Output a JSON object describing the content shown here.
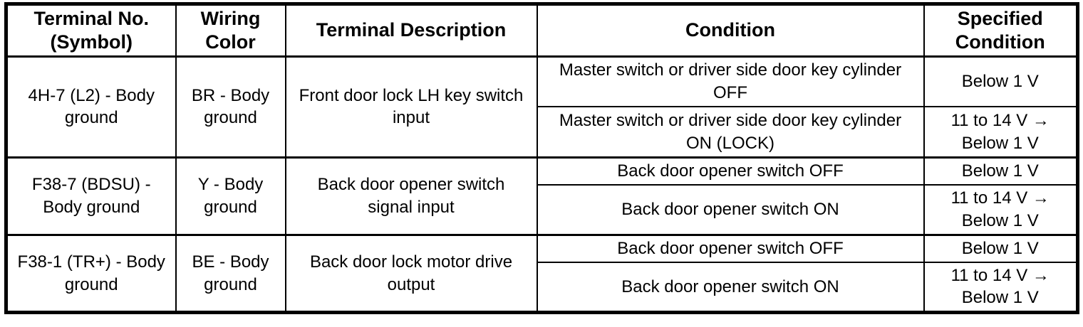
{
  "table": {
    "colors": {
      "border": "#000000",
      "text": "#000000",
      "background": "#ffffff"
    },
    "headers": {
      "terminal_no": "Terminal No.\n(Symbol)",
      "wiring_color": "Wiring\nColor",
      "terminal_description": "Terminal Description",
      "condition": "Condition",
      "specified_condition": "Specified\nCondition"
    },
    "rows": [
      {
        "terminal": "4H-7 (L2) - Body\nground",
        "wiring": "BR - Body\nground",
        "description": "Front door lock LH key switch\ninput",
        "conditions": [
          {
            "condition": "Master switch or driver side door key cylinder\nOFF",
            "specified": "Below 1 V"
          },
          {
            "condition": "Master switch or driver side door key cylinder\nON (LOCK)",
            "specified": "11 to 14 V →\nBelow 1 V"
          }
        ]
      },
      {
        "terminal": "F38-7 (BDSU) -\nBody ground",
        "wiring": "Y - Body\nground",
        "description": "Back door opener switch\nsignal input",
        "conditions": [
          {
            "condition": "Back door opener switch OFF",
            "specified": "Below 1 V"
          },
          {
            "condition": "Back door opener switch ON",
            "specified": "11 to 14 V →\nBelow 1 V"
          }
        ]
      },
      {
        "terminal": "F38-1 (TR+) - Body\nground",
        "wiring": "BE - Body\nground",
        "description": "Back door lock motor drive\noutput",
        "conditions": [
          {
            "condition": "Back door opener switch OFF",
            "specified": "Below 1 V"
          },
          {
            "condition": "Back door opener switch ON",
            "specified": "11 to 14 V →\nBelow 1 V"
          }
        ]
      }
    ]
  }
}
